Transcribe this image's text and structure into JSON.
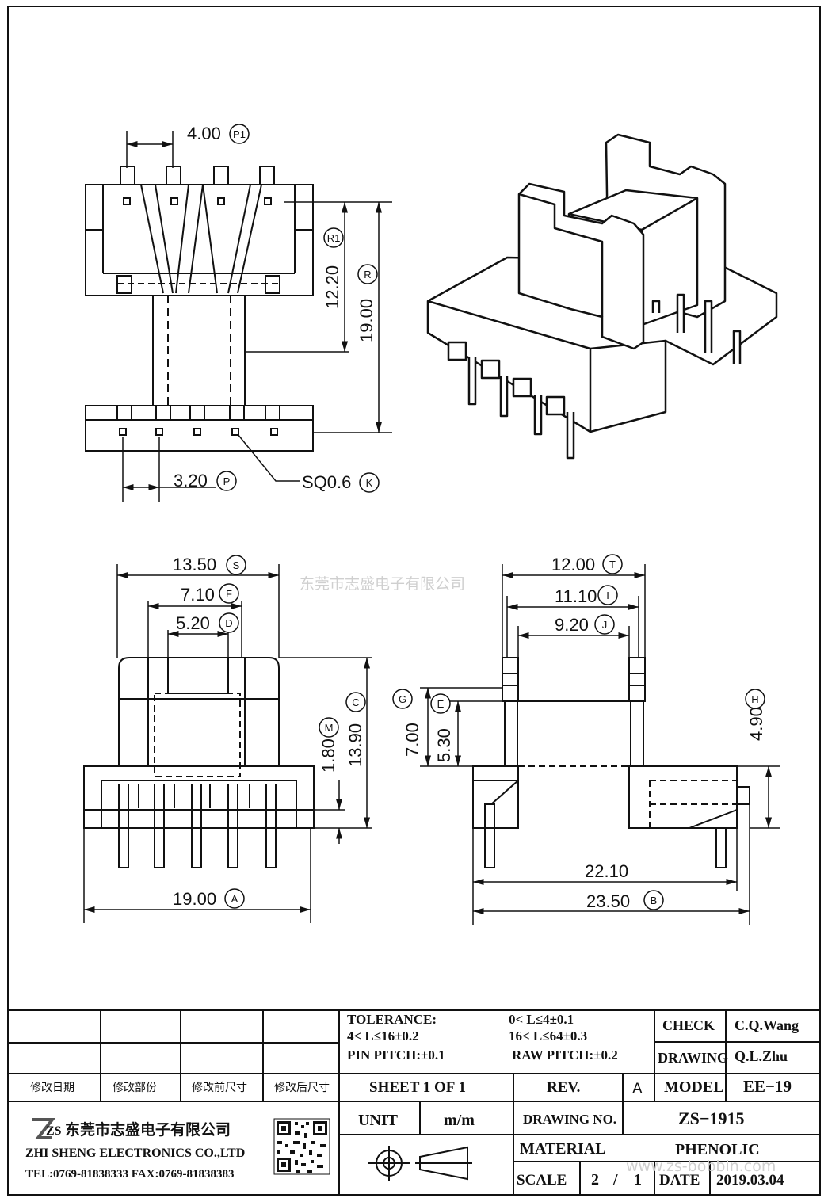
{
  "watermark_cn": "东莞市志盛电子有限公司",
  "watermark_url": "www.zs-bobbin.com",
  "top_view": {
    "p1": "4.00",
    "r1": "12.20",
    "r": "19.00",
    "p": "3.20",
    "k": "SQ0.6"
  },
  "front_view": {
    "s": "13.50",
    "f": "7.10",
    "d": "5.20",
    "m": "1.80",
    "c": "13.90",
    "a": "19.00"
  },
  "side_view": {
    "t": "12.00",
    "i": "11.10",
    "j": "9.20",
    "g": "7.00",
    "e": "5.30",
    "h": "4.90",
    "l221": "22.10",
    "b": "23.50"
  },
  "balloons": {
    "p1": "P1",
    "r1": "R1",
    "r": "R",
    "p": "P",
    "k": "K",
    "s": "S",
    "f": "F",
    "d": "D",
    "m": "M",
    "c": "C",
    "a": "A",
    "t": "T",
    "i": "I",
    "j": "J",
    "g": "G",
    "e": "E",
    "h": "H",
    "b": "B"
  },
  "title_block": {
    "tolerance_label": "TOLERANCE:",
    "tol1": "0< L≤4±0.1",
    "tol2": "4< L≤16±0.2",
    "tol3": "16< L≤64±0.3",
    "pin_pitch": "PIN PITCH:±0.1",
    "raw_pitch": "RAW PITCH:±0.2",
    "check_label": "CHECK",
    "check_value": "C.Q.Wang",
    "drawing_label": "DRAWING",
    "drawing_value": "Q.L.Zhu",
    "rev_headers": [
      "修改日期",
      "修改部份",
      "修改前尺寸",
      "修改后尺寸"
    ],
    "sheet": "SHEET  1  OF  1",
    "rev_label": "REV.",
    "rev_value": "A",
    "model_label": "MODEL",
    "model_value": "EE−19",
    "unit_label": "UNIT",
    "unit_value": "m/m",
    "drawing_no_label": "DRAWING  NO.",
    "drawing_no_value": "ZS−1915",
    "material_label": "MATERIAL",
    "material_value": "PHENOLIC",
    "scale_label": "SCALE",
    "scale_num": "2",
    "scale_sep": "/",
    "scale_den": "1",
    "date_label": "DATE",
    "date_value": "2019.03.04",
    "company_cn": "东莞市志盛电子有限公司",
    "company_en": "ZHI SHENG ELECTRONICS CO.,LTD",
    "contact": "TEL:0769-81838333 FAX:0769-81838383",
    "logo_text": "ZS"
  }
}
